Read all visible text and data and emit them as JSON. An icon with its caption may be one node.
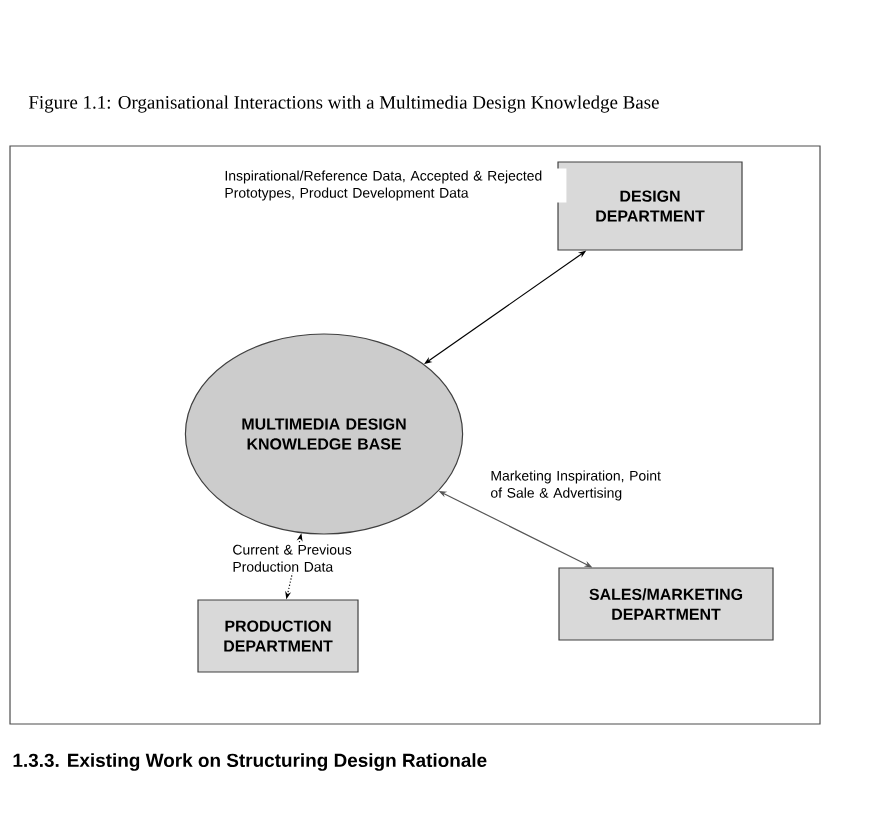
{
  "diagram": {
    "caption": "Figure 1.1: Organisational Interactions with a Multimedia Design Knowledge Base",
    "nodes": [
      {
        "text": [
          "DESIGN DEPARTMENT"
        ]
      },
      {
        "text": [
          "MULTIMEDIA DESIGN KNOWLEDGE BASE"
        ]
      },
      {
        "text": [
          "SALES/MARKETING DEPARTMENT"
        ]
      },
      {
        "text": [
          "PRODUCTION DEPARTMENT"
        ]
      }
    ],
    "edges": [
      {
        "from": 1,
        "to": 0,
        "arrow": "both",
        "label": "Inspirational/Reference Data, Accepted & Rejected Prototypes, Product Development Data"
      },
      {
        "from": 1,
        "to": 2,
        "arrow": "both",
        "label": "Marketing Inspiration, Point of Sale & Advertising",
        "color": "#555555"
      },
      {
        "from": 1,
        "to": 3,
        "arrow": "both",
        "label": "Current & Previous Production Data",
        "style": "dashed"
      }
    ],
    "labels": [
      "1.3.3. Existing Work on Structuring Design Rationale"
    ]
  }
}
